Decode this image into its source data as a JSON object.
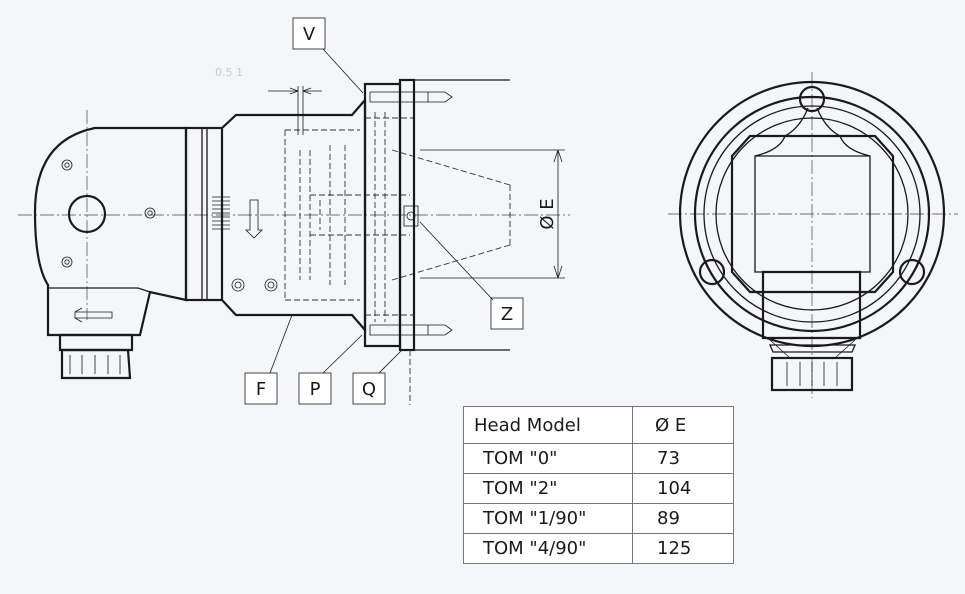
{
  "callouts": {
    "v": "V",
    "z": "Z",
    "f": "F",
    "p": "P",
    "q": "Q"
  },
  "dimension_label": "Ø E",
  "faint_note": "0.5 1",
  "table": {
    "headers": [
      "Head Model",
      "Ø E"
    ],
    "rows": [
      {
        "model": "TOM \"0\"",
        "value": "73"
      },
      {
        "model": "TOM \"2\"",
        "value": "104"
      },
      {
        "model": "TOM \"1/90\"",
        "value": "89"
      },
      {
        "model": "TOM \"4/90\"",
        "value": "125"
      }
    ]
  }
}
